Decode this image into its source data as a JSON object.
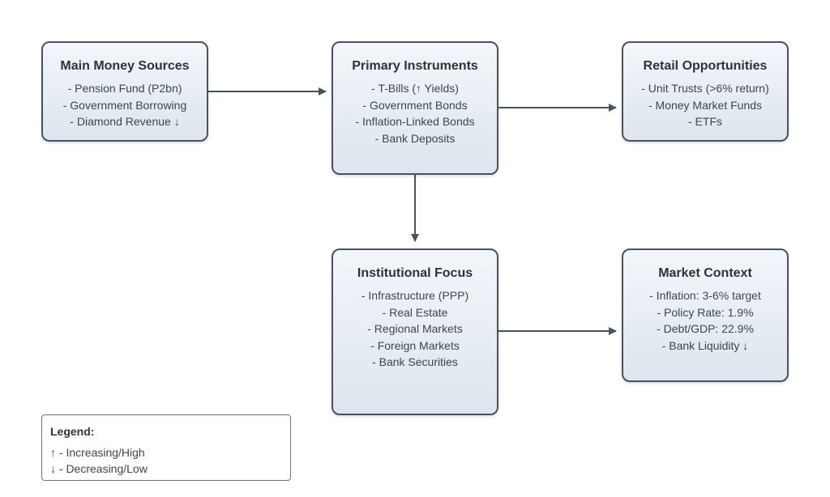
{
  "nodes": {
    "sources": {
      "title": "Main Money Sources",
      "lines": [
        "- Pension Fund (P2bn)",
        "- Government Borrowing",
        "- Diamond Revenue ↓"
      ]
    },
    "primary": {
      "title": "Primary Instruments",
      "lines": [
        "- T-Bills (↑ Yields)",
        "- Government Bonds",
        "- Inflation-Linked Bonds",
        "- Bank Deposits"
      ]
    },
    "retail": {
      "title": "Retail Opportunities",
      "lines": [
        "- Unit Trusts (>6% return)",
        "- Money Market Funds",
        "- ETFs"
      ]
    },
    "inst": {
      "title": "Institutional Focus",
      "lines": [
        "- Infrastructure (PPP)",
        "- Real Estate",
        "- Regional Markets",
        "- Foreign Markets",
        "- Bank Securities"
      ]
    },
    "context": {
      "title": "Market Context",
      "lines": [
        "- Inflation: 3-6% target",
        "- Policy Rate: 1.9%",
        "- Debt/GDP: 22.9%",
        "- Bank Liquidity ↓"
      ]
    }
  },
  "edges": [
    {
      "from": "sources",
      "to": "primary"
    },
    {
      "from": "primary",
      "to": "retail"
    },
    {
      "from": "primary",
      "to": "inst"
    },
    {
      "from": "inst",
      "to": "context"
    }
  ],
  "legend": {
    "title": "Legend:",
    "items": [
      "↑ - Increasing/High",
      "↓ - Decreasing/Low"
    ]
  },
  "colors": {
    "node_border": "#4a5260",
    "edge": "#4a5260",
    "node_fill_top": "#f3f6fa",
    "node_fill_bottom": "#dde5ee"
  }
}
